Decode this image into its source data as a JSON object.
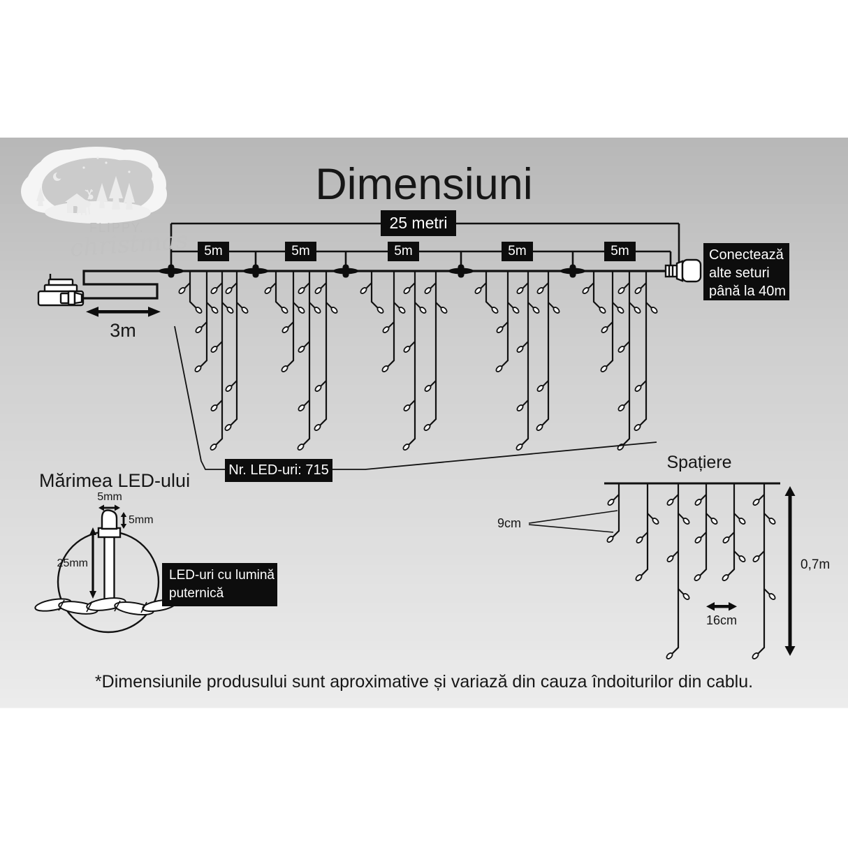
{
  "title": "Dimensiuni",
  "logo": {
    "brand": "FLIPPY.",
    "sub": "christmas"
  },
  "diagram": {
    "total_length_label": "25 metri",
    "segment_labels": [
      "5m",
      "5m",
      "5m",
      "5m",
      "5m"
    ],
    "lead_length_label": "3m",
    "connect_note_lines": [
      "Conectează",
      "alte seturi",
      "până la 40m"
    ],
    "led_count_label": "Nr. LED-uri: 715"
  },
  "led_size": {
    "title": "Mărimea LED-ului",
    "width_label": "5mm",
    "height_label": "5mm",
    "length_label": "25mm",
    "note_lines": [
      "LED-uri cu lumină",
      "puternică"
    ]
  },
  "spacing": {
    "title": "Spațiere",
    "led_gap_label": "9cm",
    "drop_gap_label": "16cm",
    "drop_length_label": "0,7m"
  },
  "footnote": "*Dimensiunile produsului sunt aproximative și variază din cauza îndoiturilor din cablu."
}
